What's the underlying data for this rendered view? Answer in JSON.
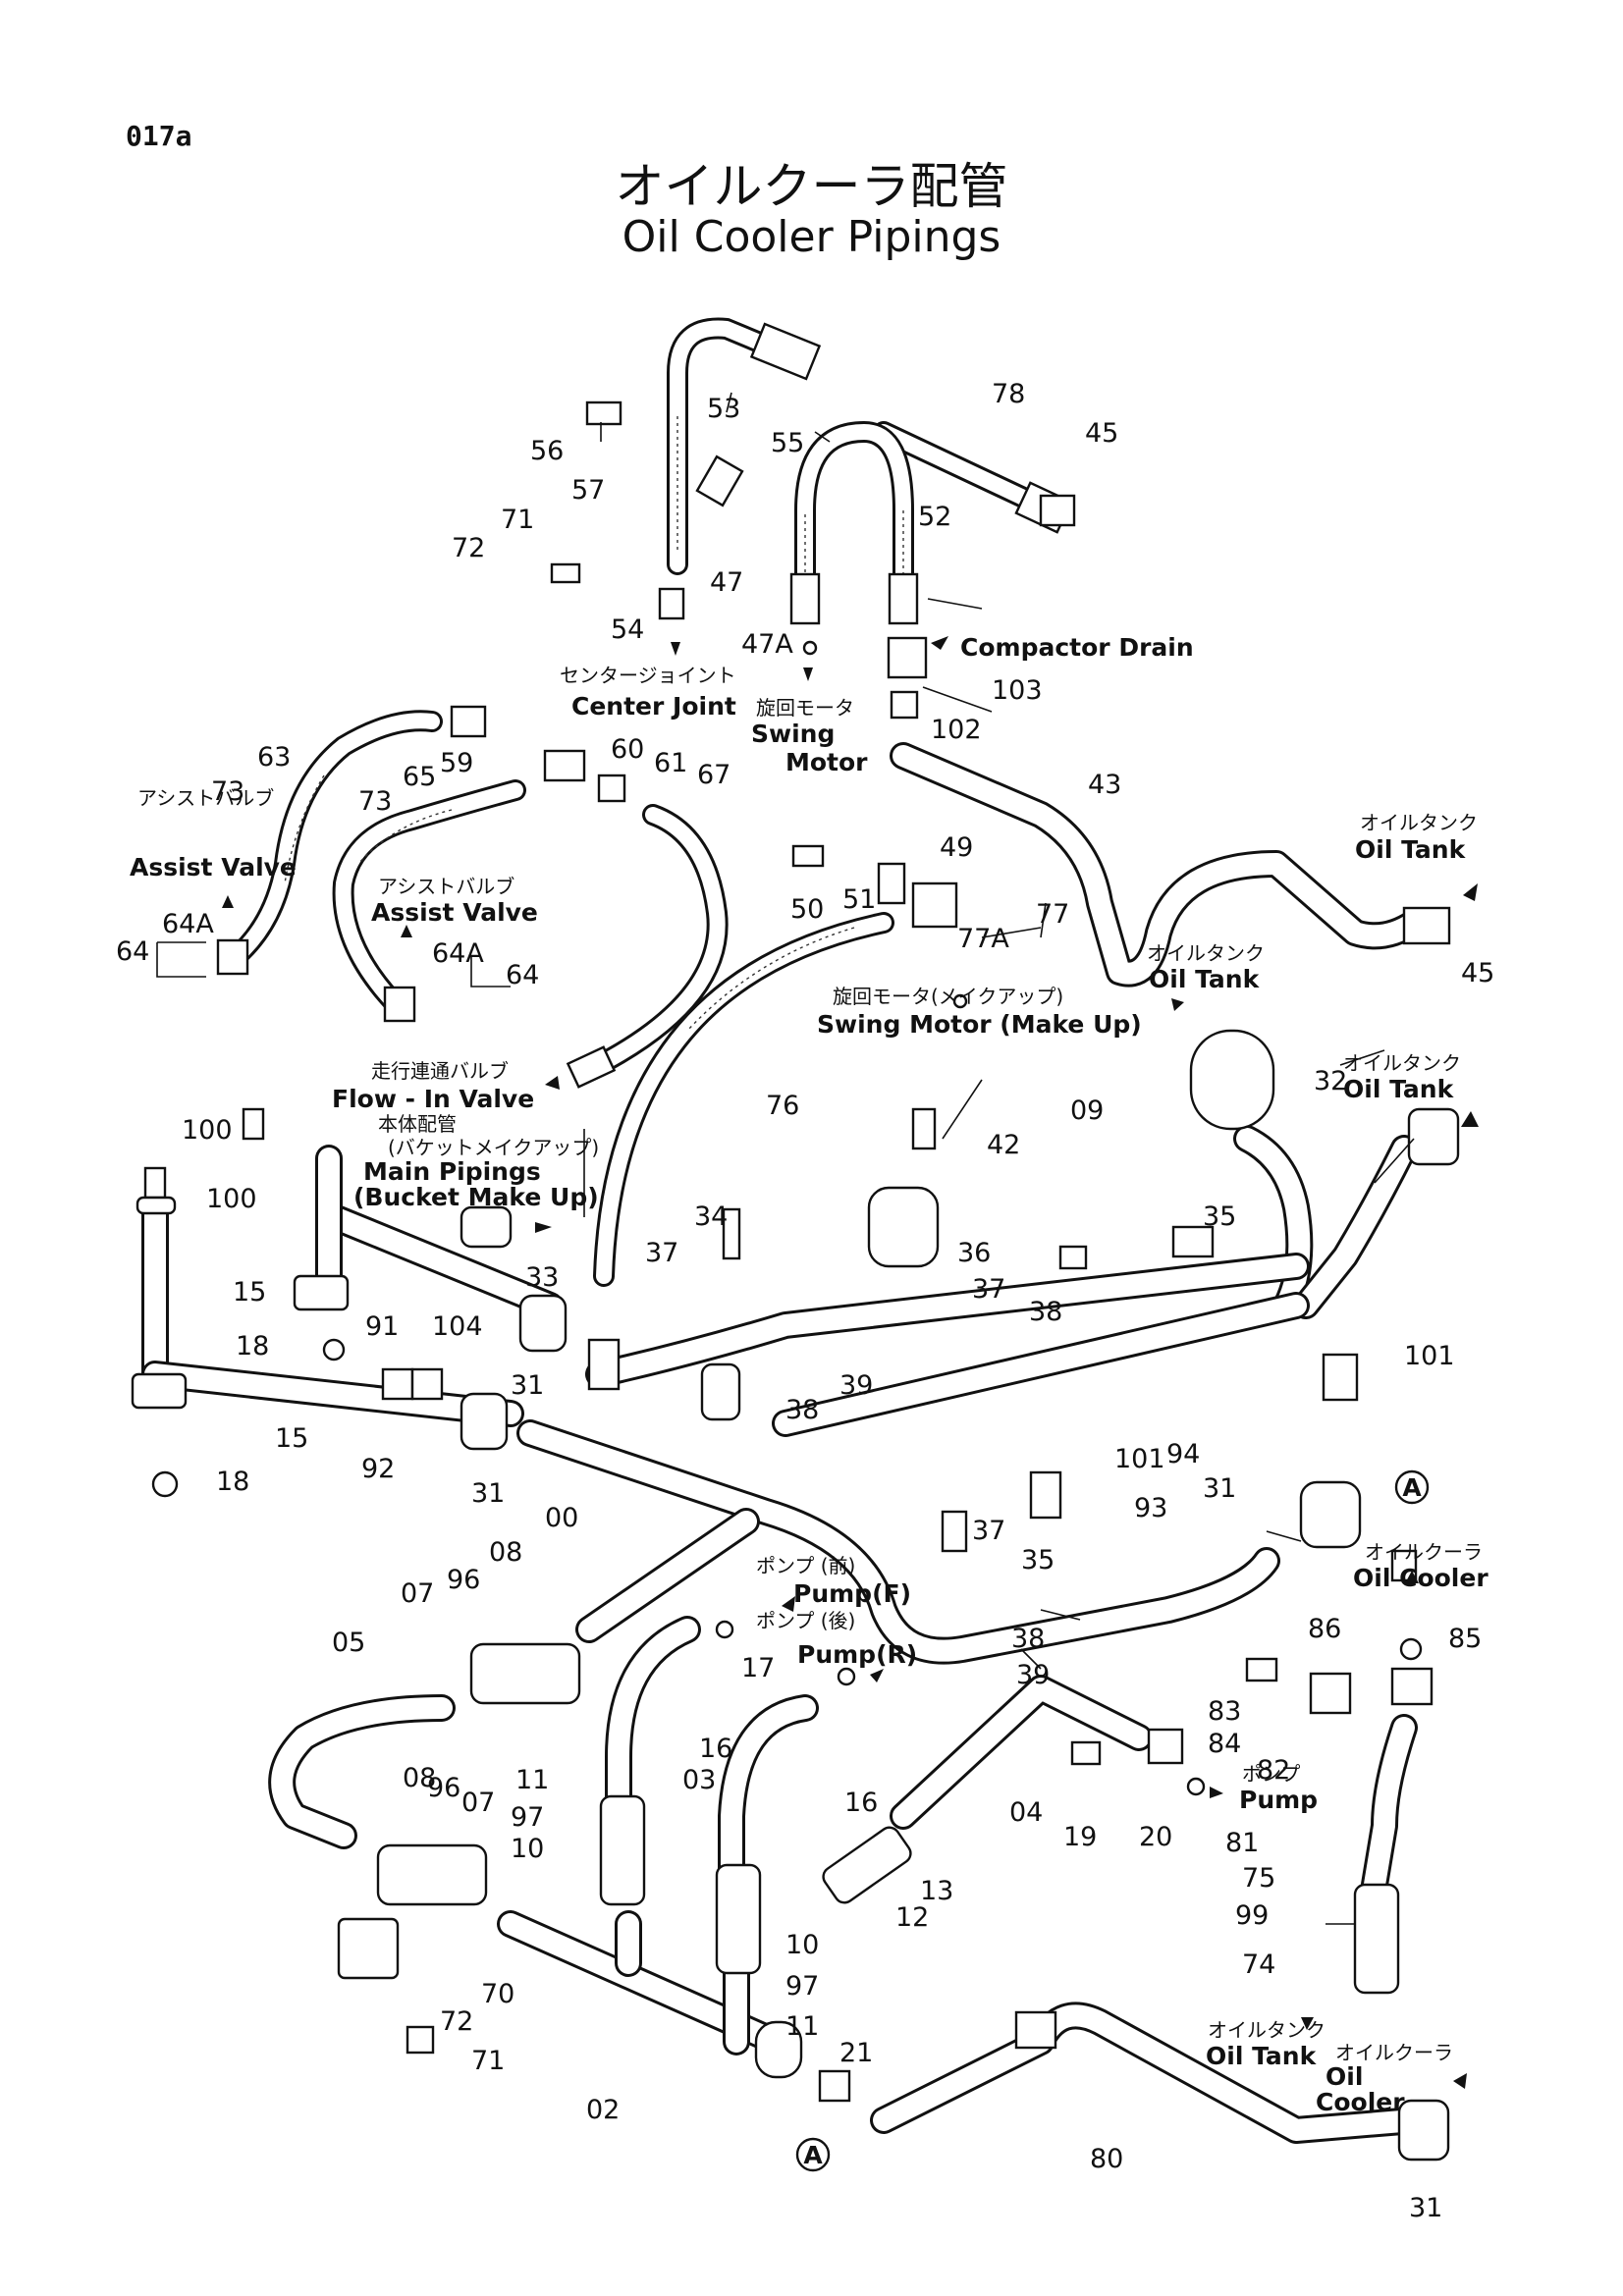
{
  "page_id": "017a",
  "title_jp": "オイルクーラ配管",
  "title_en": "Oil Cooler Pipings",
  "part_numbers": [
    {
      "id": "p53",
      "text": "53"
    },
    {
      "id": "p78",
      "text": "78"
    },
    {
      "id": "p45a",
      "text": "45"
    },
    {
      "id": "p56",
      "text": "56"
    },
    {
      "id": "p55",
      "text": "55"
    },
    {
      "id": "p57",
      "text": "57"
    },
    {
      "id": "p52",
      "text": "52"
    },
    {
      "id": "p71a",
      "text": "71"
    },
    {
      "id": "p72a",
      "text": "72"
    },
    {
      "id": "p47",
      "text": "47"
    },
    {
      "id": "p54",
      "text": "54"
    },
    {
      "id": "p47A",
      "text": "47A"
    },
    {
      "id": "p103",
      "text": "103"
    },
    {
      "id": "p102",
      "text": "102"
    },
    {
      "id": "p63",
      "text": "63"
    },
    {
      "id": "p60",
      "text": "60"
    },
    {
      "id": "p59",
      "text": "59"
    },
    {
      "id": "p61",
      "text": "61"
    },
    {
      "id": "p67",
      "text": "67"
    },
    {
      "id": "p65",
      "text": "65"
    },
    {
      "id": "p73a",
      "text": "73"
    },
    {
      "id": "p73b",
      "text": "73"
    },
    {
      "id": "p43",
      "text": "43"
    },
    {
      "id": "p49",
      "text": "49"
    },
    {
      "id": "p50",
      "text": "50"
    },
    {
      "id": "p51",
      "text": "51"
    },
    {
      "id": "p77",
      "text": "77"
    },
    {
      "id": "p77A",
      "text": "77A"
    },
    {
      "id": "p45b",
      "text": "45"
    },
    {
      "id": "p64Aa",
      "text": "64A"
    },
    {
      "id": "p64a",
      "text": "64"
    },
    {
      "id": "p64Ab",
      "text": "64A"
    },
    {
      "id": "p64b",
      "text": "64"
    },
    {
      "id": "p76",
      "text": "76"
    },
    {
      "id": "p42",
      "text": "42"
    },
    {
      "id": "p09",
      "text": "09"
    },
    {
      "id": "p32",
      "text": "32"
    },
    {
      "id": "p100a",
      "text": "100"
    },
    {
      "id": "p100b",
      "text": "100"
    },
    {
      "id": "p34",
      "text": "34"
    },
    {
      "id": "p36",
      "text": "36"
    },
    {
      "id": "p35a",
      "text": "35"
    },
    {
      "id": "p37a",
      "text": "37"
    },
    {
      "id": "p37b",
      "text": "37"
    },
    {
      "id": "p38a",
      "text": "38"
    },
    {
      "id": "p33",
      "text": "33"
    },
    {
      "id": "p15a",
      "text": "15"
    },
    {
      "id": "p91",
      "text": "91"
    },
    {
      "id": "p104",
      "text": "104"
    },
    {
      "id": "p18a",
      "text": "18"
    },
    {
      "id": "p31a",
      "text": "31"
    },
    {
      "id": "p101a",
      "text": "101"
    },
    {
      "id": "p39a",
      "text": "39"
    },
    {
      "id": "p38b",
      "text": "38"
    },
    {
      "id": "p15b",
      "text": "15"
    },
    {
      "id": "p92",
      "text": "92"
    },
    {
      "id": "p94",
      "text": "94"
    },
    {
      "id": "p101b",
      "text": "101"
    },
    {
      "id": "p18b",
      "text": "18"
    },
    {
      "id": "p31b",
      "text": "31"
    },
    {
      "id": "p31c",
      "text": "31"
    },
    {
      "id": "p00",
      "text": "00"
    },
    {
      "id": "p93",
      "text": "93"
    },
    {
      "id": "p37c",
      "text": "37"
    },
    {
      "id": "p08a",
      "text": "08"
    },
    {
      "id": "p35b",
      "text": "35"
    },
    {
      "id": "p07a",
      "text": "07"
    },
    {
      "id": "p96a",
      "text": "96"
    },
    {
      "id": "p86",
      "text": "86"
    },
    {
      "id": "p85",
      "text": "85"
    },
    {
      "id": "p05",
      "text": "05"
    },
    {
      "id": "p17",
      "text": "17"
    },
    {
      "id": "p38c",
      "text": "38"
    },
    {
      "id": "p39b",
      "text": "39"
    },
    {
      "id": "p83",
      "text": "83"
    },
    {
      "id": "p16a",
      "text": "16"
    },
    {
      "id": "p84",
      "text": "84"
    },
    {
      "id": "p82",
      "text": "82"
    },
    {
      "id": "p11a",
      "text": "11"
    },
    {
      "id": "p03",
      "text": "03"
    },
    {
      "id": "p04",
      "text": "04"
    },
    {
      "id": "p97a",
      "text": "97"
    },
    {
      "id": "p16b",
      "text": "16"
    },
    {
      "id": "p19",
      "text": "19"
    },
    {
      "id": "p20",
      "text": "20"
    },
    {
      "id": "p81",
      "text": "81"
    },
    {
      "id": "p08b",
      "text": "08"
    },
    {
      "id": "p96b",
      "text": "96"
    },
    {
      "id": "p07b",
      "text": "07"
    },
    {
      "id": "p10a",
      "text": "10"
    },
    {
      "id": "p13",
      "text": "13"
    },
    {
      "id": "p12",
      "text": "12"
    },
    {
      "id": "p75",
      "text": "75"
    },
    {
      "id": "p99",
      "text": "99"
    },
    {
      "id": "p10b",
      "text": "10"
    },
    {
      "id": "p70",
      "text": "70"
    },
    {
      "id": "p97b",
      "text": "97"
    },
    {
      "id": "p74",
      "text": "74"
    },
    {
      "id": "p11b",
      "text": "11"
    },
    {
      "id": "p72b",
      "text": "72"
    },
    {
      "id": "p71b",
      "text": "71"
    },
    {
      "id": "p21",
      "text": "21"
    },
    {
      "id": "p02",
      "text": "02"
    },
    {
      "id": "p80",
      "text": "80"
    },
    {
      "id": "p31d",
      "text": "31"
    }
  ],
  "callouts": {
    "compactor_drain": "Compactor Drain",
    "center_joint_jp": "センタージョイント",
    "center_joint": "Center Joint",
    "swing_motor_jp": "旋回モータ",
    "swing_motor_1": "Swing",
    "swing_motor_2": "Motor",
    "oil_tank_jp_1": "オイルタンク",
    "oil_tank_1": "Oil Tank",
    "assist_valve_jp_1": "アシストバルブ",
    "assist_valve_1": "Assist Valve",
    "assist_valve_jp_2": "アシストバルブ",
    "assist_valve_2": "Assist Valve",
    "oil_tank_jp_2": "オイルタンク",
    "oil_tank_2": "Oil Tank",
    "swing_motor_makeup_jp": "旋回モータ(メイクアップ)",
    "swing_motor_makeup": "Swing Motor (Make Up)",
    "oil_tank_jp_3": "オイルタンク",
    "oil_tank_3": "Oil Tank",
    "flow_in_valve_jp": "走行連通バルブ",
    "flow_in_valve": "Flow - In Valve",
    "main_pipings_jp_1": "本体配管",
    "main_pipings_jp_2": "(バケットメイクアップ)",
    "main_pipings": "Main Pipings",
    "bucket_make_up": "(Bucket Make Up)",
    "oil_cooler_jp_1": "オイルクーラ",
    "oil_cooler_1": "Oil Cooler",
    "pump_front_jp": "ポンプ (前)",
    "pump_front": "Pump(F)",
    "pump_rear_jp": "ポンプ (後)",
    "pump_rear": "Pump(R)",
    "pump_jp": "ポンプ",
    "pump": "Pump",
    "oil_tank_jp_4": "オイルタンク",
    "oil_tank_4": "Oil Tank",
    "oil_cooler_jp_2": "オイルクーラ",
    "oil_cooler_2a": "Oil",
    "oil_cooler_2b": "Cooler",
    "ref_a_top": "A",
    "ref_a_bottom": "A"
  }
}
